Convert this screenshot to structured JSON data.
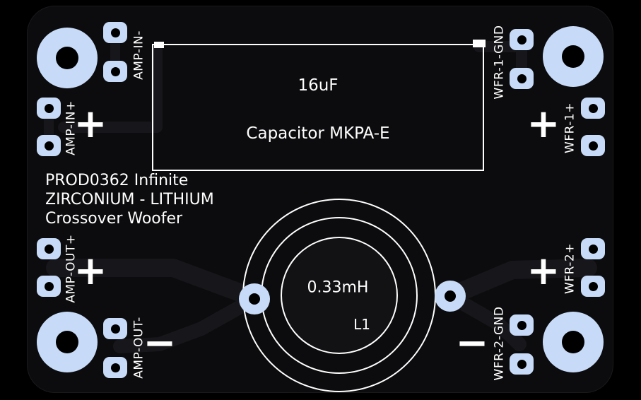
{
  "board": {
    "silkscreen_title": {
      "line1": "PROD0362 Infinite",
      "line2": "ZIRCONIUM - LITHIUM",
      "line3": "Crossover Woofer"
    }
  },
  "components": {
    "capacitor": {
      "value": "16uF",
      "name": "Capacitor MKPA-E"
    },
    "inductor": {
      "value": "0.33mH",
      "designator": "L1"
    }
  },
  "connectors": {
    "amp_in_minus": {
      "label": "AMP-IN-"
    },
    "amp_in_plus": {
      "label": "AMP-IN+",
      "sign": "+"
    },
    "amp_out_plus": {
      "label": "AMP-OUT+",
      "sign": "+"
    },
    "amp_out_minus": {
      "label": "AMP-OUT-",
      "sign": "−"
    },
    "wfr_1_gnd": {
      "label": "WFR-1-GND"
    },
    "wfr_1_plus": {
      "label": "WFR-1+",
      "sign": "+"
    },
    "wfr_2_plus": {
      "label": "WFR-2+",
      "sign": "+"
    },
    "wfr_2_gnd": {
      "label": "WFR-2-GND",
      "sign": "−"
    }
  },
  "colors": {
    "background": "#000000",
    "board": "#0c0c0e",
    "pad": "#c7dbf8",
    "silkscreen": "#ffffff",
    "trace": "#17171b"
  }
}
